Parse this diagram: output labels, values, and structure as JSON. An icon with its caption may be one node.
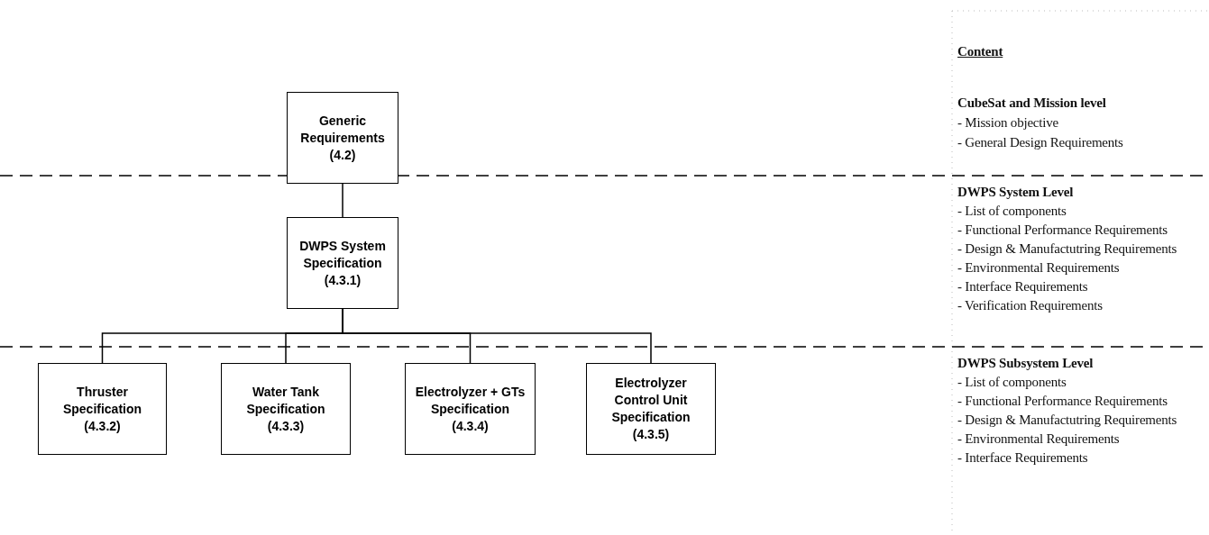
{
  "diagram": {
    "nodes": [
      {
        "text": [
          "Generic Requirements (4.2)"
        ]
      },
      {
        "text": [
          "DWPS System Specification (4.3.1)"
        ]
      },
      {
        "text": [
          "Thruster Specification (4.3.2)"
        ]
      },
      {
        "text": [
          "Water Tank Specification (4.3.3)"
        ]
      },
      {
        "text": [
          "Electrolyzer + GTs Specification (4.3.4)"
        ]
      },
      {
        "text": [
          "Electrolyzer Control Unit Specification (4.3.5)"
        ]
      }
    ],
    "edges": [
      {
        "from": 0,
        "to": 1,
        "arrow": "none"
      },
      {
        "from": 1,
        "to": 2,
        "arrow": "none"
      },
      {
        "from": 1,
        "to": 3,
        "arrow": "none"
      },
      {
        "from": 1,
        "to": 4,
        "arrow": "none"
      },
      {
        "from": 1,
        "to": 5,
        "arrow": "none"
      }
    ],
    "labels": [
      "Content",
      "CubeSat and Mission level",
      "- Mission objective",
      "- General Design Requirements",
      "DWPS System Level",
      "- List of components",
      "- Functional Performance Requirements",
      "- Design & Manufactutring Requirements",
      "- Environmental Requirements",
      "- Interface Requirements",
      "- Verification Requirements",
      "DWPS Subsystem Level",
      "- List of components",
      "- Functional Performance Requirements",
      "- Design & Manufactutring Requirements",
      "- Environmental Requirements",
      "- Interface Requirements"
    ]
  }
}
